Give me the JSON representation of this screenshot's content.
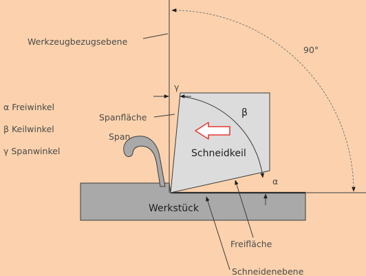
{
  "labels": {
    "werkzeugbezugsebene": "Werkzeugbezugsebene",
    "angle_90": "90°",
    "gamma": "γ",
    "beta": "β",
    "alpha": "α",
    "spanflaeche": "Spanfläche",
    "span": "Span",
    "schneidkeil": "Schneidkeil",
    "werkstueck": "Werkstück",
    "freiflaeche": "Freifläche",
    "schneidenebene": "Schneidenebene"
  },
  "legend": [
    "α Freiwinkel",
    "β  Keilwinkel",
    "γ Spanwinkel"
  ],
  "colors": {
    "background": "#fbd2ad",
    "workpiece": "#a9a9a9",
    "tool": "#dcdcdc",
    "arrow": "#e53935"
  }
}
